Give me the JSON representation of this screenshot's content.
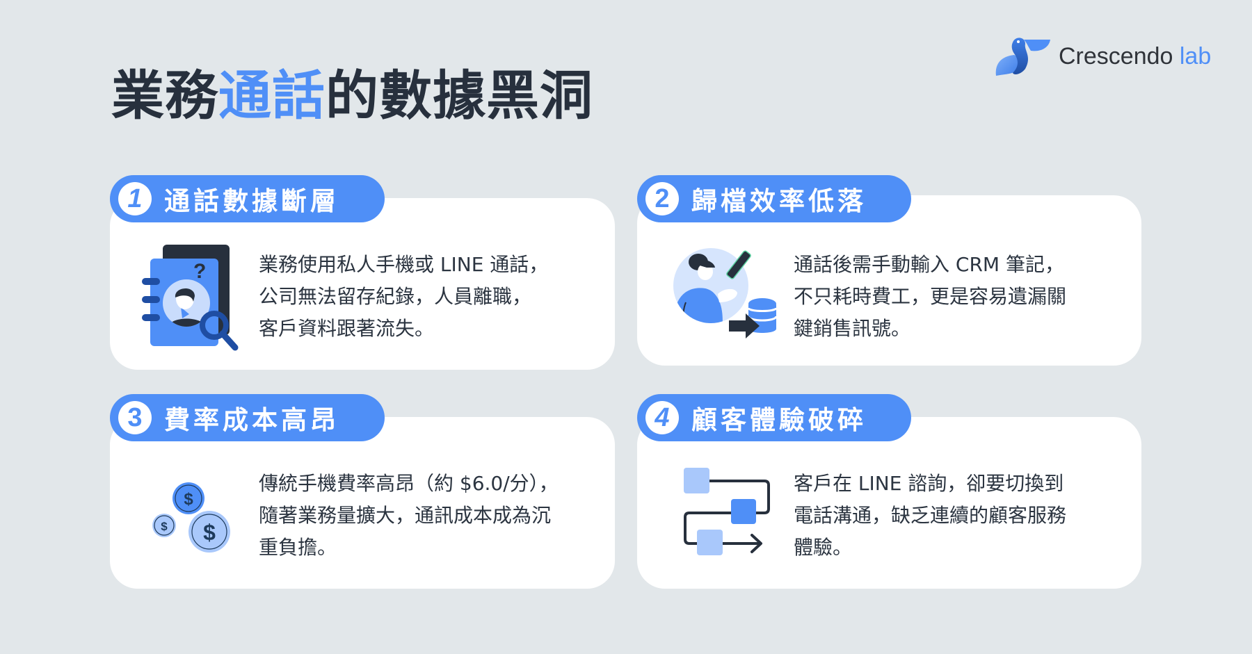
{
  "header": {
    "title_part1": "業務",
    "title_highlight": "通話",
    "title_part2": "的數據黑洞",
    "logo": {
      "brand_name": "Crescendo",
      "brand_suffix": "lab",
      "icon": "pelican-logo-icon"
    }
  },
  "colors": {
    "background": "#e2e7ea",
    "accent_blue": "#4f8ff7",
    "light_blue": "#a9c8fb",
    "dark_navy": "#27303d",
    "deep_blue": "#1f4ea3",
    "card": "#ffffff"
  },
  "cards": [
    {
      "number": "1",
      "title": "通話數據斷層",
      "icon": "contact-book-search-icon",
      "lines": [
        "業務使用私人手機或 LINE 通話，",
        "公司無法留存紀錄，人員離職，",
        "客戶資料跟著流失。"
      ]
    },
    {
      "number": "2",
      "title": "歸檔效率低落",
      "icon": "person-phone-database-icon",
      "lines": [
        "通話後需手動輸入 CRM 筆記，",
        "不只耗時費工，更是容易遺漏關",
        "鍵銷售訊號。"
      ]
    },
    {
      "number": "3",
      "title": "費率成本高昂",
      "icon": "coins-dollar-icon",
      "lines": [
        "傳統手機費率高昂（約 $6.0/分），",
        "隨著業務量擴大，通訊成本成為沉",
        "重負擔。"
      ]
    },
    {
      "number": "4",
      "title": "顧客體驗破碎",
      "icon": "broken-flow-icon",
      "lines": [
        "客戶在 LINE 諮詢，卻要切換到",
        "電話溝通，缺乏連續的顧客服務",
        "體驗。"
      ]
    }
  ]
}
